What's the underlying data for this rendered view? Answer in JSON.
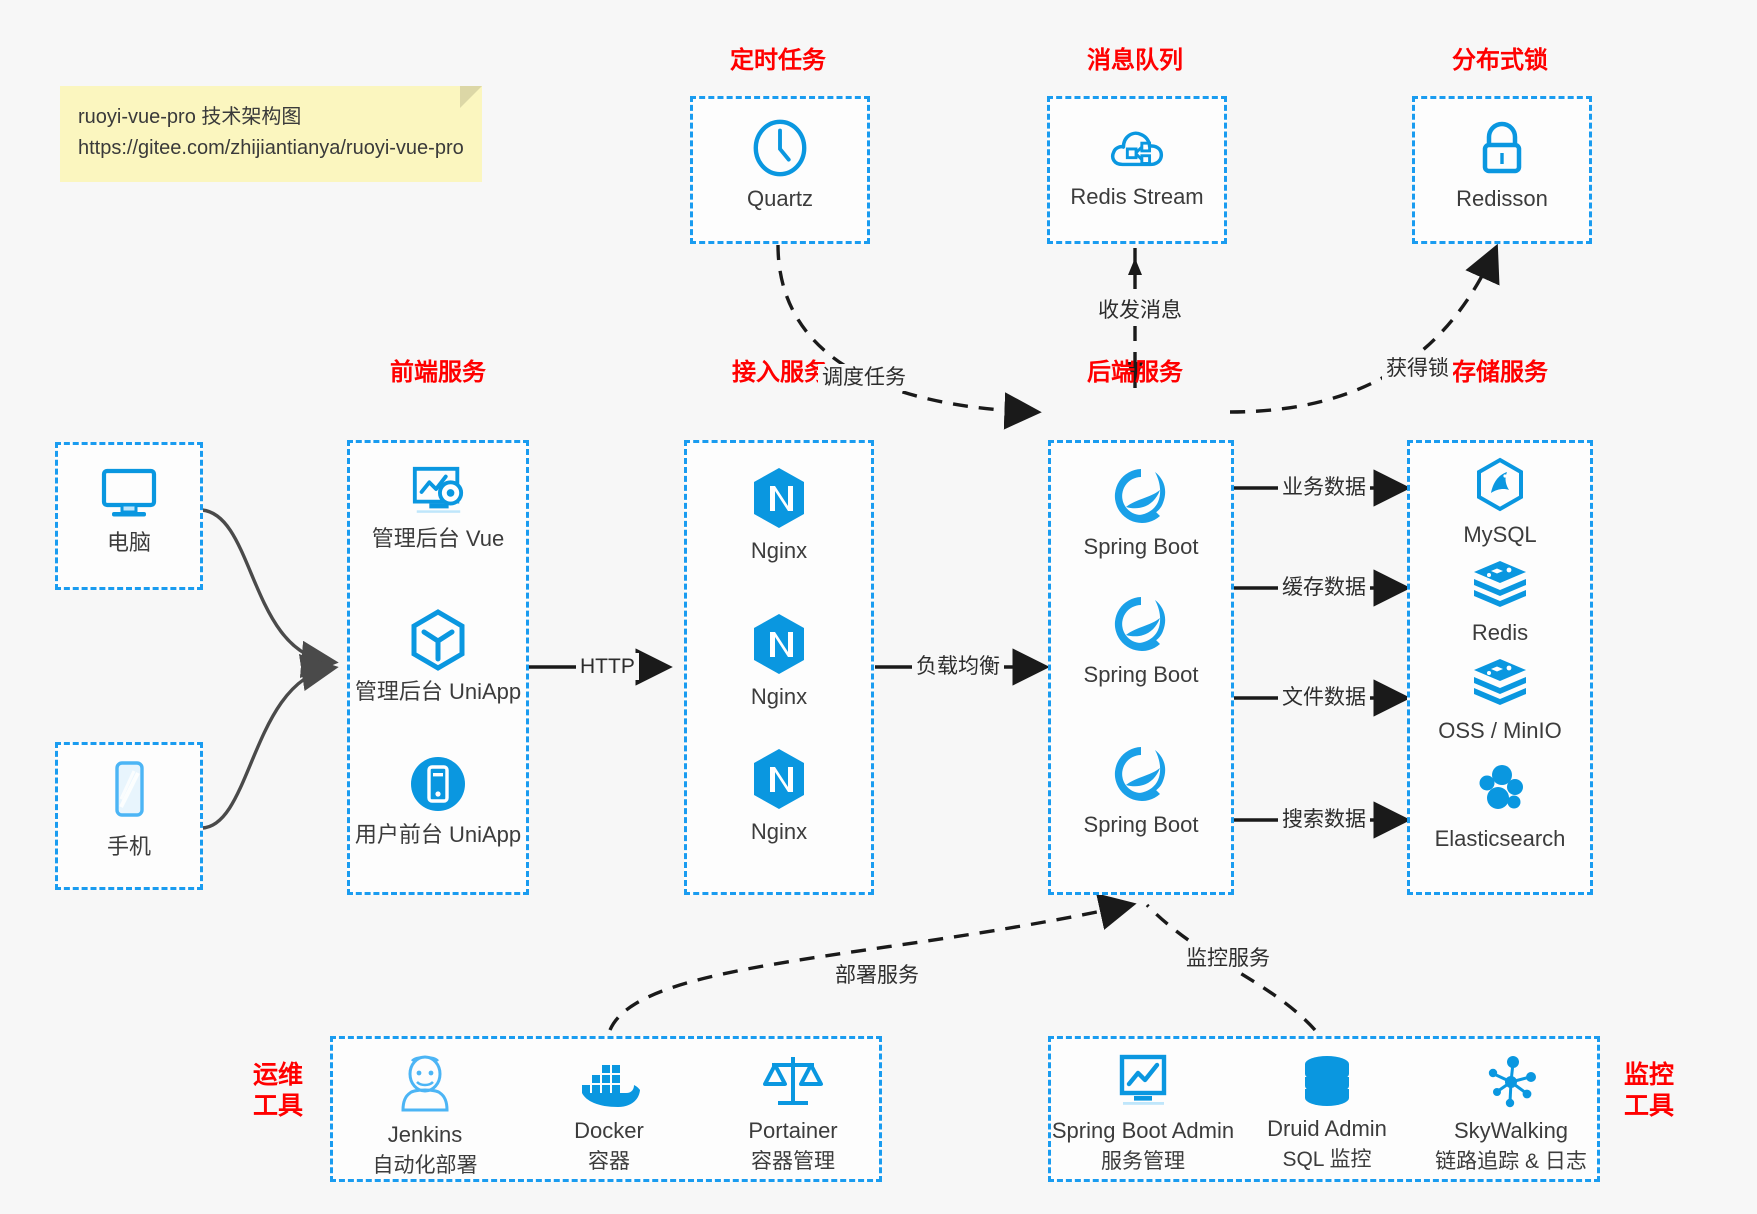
{
  "note": {
    "line1": "ruoyi-vue-pro 技术架构图",
    "line2": "https://gitee.com/zhijiantianya/ruoyi-vue-pro"
  },
  "colors": {
    "accent_blue": "#1a9cf0",
    "icon_blue": "#0a97e0",
    "title_red": "#ff0000",
    "background": "#f7f7f7",
    "arrow_dark": "#1a1a1a",
    "note_yellow": "#fbf6bf"
  },
  "groups": {
    "scheduler": {
      "title": "定时任务",
      "items": [
        {
          "label": "Quartz",
          "icon": "clock-icon"
        }
      ]
    },
    "message_queue": {
      "title": "消息队列",
      "items": [
        {
          "label": "Redis Stream",
          "icon": "cloud-stream-icon"
        }
      ]
    },
    "distributed_lock": {
      "title": "分布式锁",
      "items": [
        {
          "label": "Redisson",
          "icon": "lock-icon"
        }
      ]
    },
    "clients": {
      "items": [
        {
          "label": "电脑",
          "icon": "desktop-icon"
        },
        {
          "label": "手机",
          "icon": "mobile-icon"
        }
      ]
    },
    "frontend": {
      "title": "前端服务",
      "items": [
        {
          "label": "管理后台 Vue",
          "icon": "dashboard-gear-icon"
        },
        {
          "label": "管理后台 UniApp",
          "icon": "uniapp-cube-icon"
        },
        {
          "label": "用户前台 UniApp",
          "icon": "app-circle-icon"
        }
      ]
    },
    "gateway": {
      "title": "接入服务",
      "items": [
        {
          "label": "Nginx",
          "icon": "nginx-icon"
        },
        {
          "label": "Nginx",
          "icon": "nginx-icon"
        },
        {
          "label": "Nginx",
          "icon": "nginx-icon"
        }
      ]
    },
    "backend": {
      "title": "后端服务",
      "items": [
        {
          "label": "Spring Boot",
          "icon": "spring-boot-icon"
        },
        {
          "label": "Spring Boot",
          "icon": "spring-boot-icon"
        },
        {
          "label": "Spring Boot",
          "icon": "spring-boot-icon"
        }
      ]
    },
    "storage": {
      "title": "存储服务",
      "items": [
        {
          "label": "MySQL",
          "icon": "mysql-icon"
        },
        {
          "label": "Redis",
          "icon": "redis-icon"
        },
        {
          "label": "OSS / MinIO",
          "icon": "redis-icon"
        },
        {
          "label": "Elasticsearch",
          "icon": "elasticsearch-icon"
        }
      ]
    },
    "devops": {
      "title": "运维\n工具",
      "title_line1": "运维",
      "title_line2": "工具",
      "items": [
        {
          "label": "Jenkins",
          "sub": "自动化部署",
          "icon": "jenkins-icon"
        },
        {
          "label": "Docker",
          "sub": "容器",
          "icon": "docker-icon"
        },
        {
          "label": "Portainer",
          "sub": "容器管理",
          "icon": "scales-icon"
        }
      ]
    },
    "monitoring": {
      "title_line1": "监控",
      "title_line2": "工具",
      "items": [
        {
          "label": "Spring Boot Admin",
          "sub": "服务管理",
          "icon": "monitor-chart-icon"
        },
        {
          "label": "Druid Admin",
          "sub": "SQL 监控",
          "icon": "database-icon"
        },
        {
          "label": "SkyWalking",
          "sub": "链路追踪 & 日志",
          "icon": "skywalking-icon"
        }
      ]
    }
  },
  "edges": [
    {
      "name": "schedule-task",
      "label": "调度任务"
    },
    {
      "name": "send-receive-message",
      "label": "收发消息"
    },
    {
      "name": "acquire-lock",
      "label": "获得锁"
    },
    {
      "name": "http",
      "label": "HTTP"
    },
    {
      "name": "load-balance",
      "label": "负载均衡"
    },
    {
      "name": "business-data",
      "label": "业务数据"
    },
    {
      "name": "cache-data",
      "label": "缓存数据"
    },
    {
      "name": "file-data",
      "label": "文件数据"
    },
    {
      "name": "search-data",
      "label": "搜索数据"
    },
    {
      "name": "deploy-service",
      "label": "部署服务"
    },
    {
      "name": "monitor-service",
      "label": "监控服务"
    }
  ]
}
